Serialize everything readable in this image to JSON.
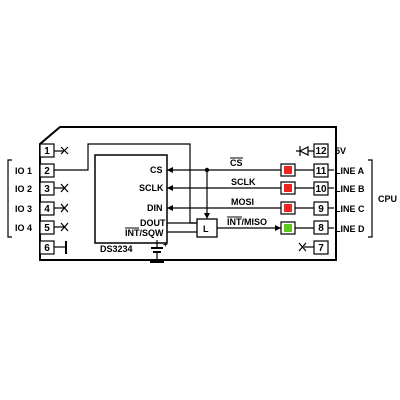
{
  "left_pins": [
    "1",
    "2",
    "3",
    "4",
    "5",
    "6"
  ],
  "right_pins": [
    "12",
    "11",
    "10",
    "9",
    "8",
    "7"
  ],
  "io_labels": [
    "IO 1",
    "IO 2",
    "IO 3",
    "IO 4"
  ],
  "chip": {
    "name": "DS3234",
    "pin_labels": [
      "CS",
      "SCLK",
      "DIN",
      "DOUT",
      "INT/SQW"
    ],
    "gate_label": "L",
    "cap_plus": "+"
  },
  "signals": [
    "CS",
    "SCLK",
    "MOSI",
    "INT/MISO"
  ],
  "overbar_signals": [
    "CS",
    "INT"
  ],
  "power_label": "5V",
  "lines": [
    "LINE A",
    "LINE B",
    "LINE C",
    "LINE D"
  ],
  "cpu_label": "CPU",
  "led_colors": {
    "red": "#e8261f",
    "green": "#5cc81e"
  }
}
